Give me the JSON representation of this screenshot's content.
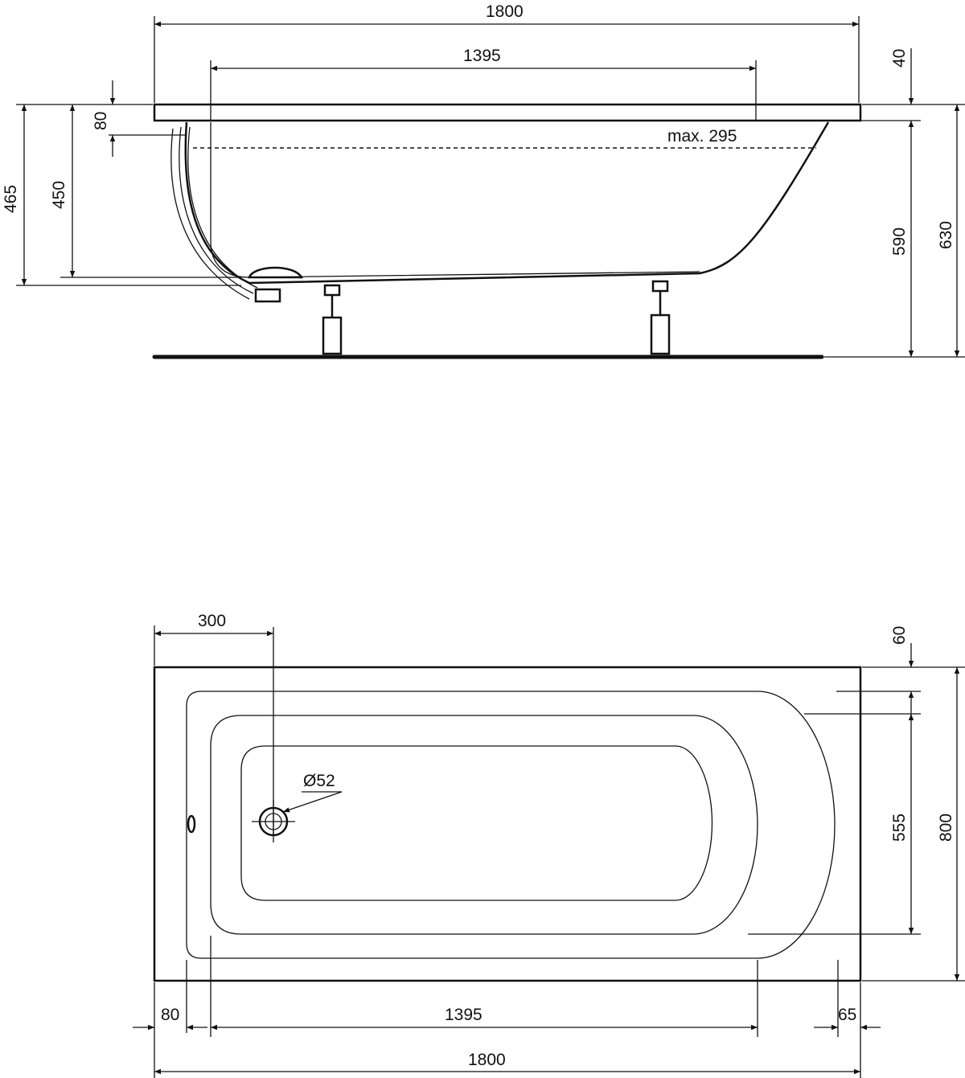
{
  "title": "Bathtub technical drawing",
  "side_view": {
    "overall_length": "1800",
    "inner_length": "1395",
    "rim_thickness": "40",
    "overflow_drop": "80",
    "max_water": "max. 295",
    "height_465": "465",
    "height_450": "450",
    "height_590": "590",
    "height_630": "630"
  },
  "top_view": {
    "drain_offset": "300",
    "rim_width": "60",
    "drain_diameter": "Ø52",
    "inner_width": "555",
    "overall_width": "800",
    "left_rim": "80",
    "inner_length": "1395",
    "right_rim": "65",
    "overall_length": "1800"
  }
}
